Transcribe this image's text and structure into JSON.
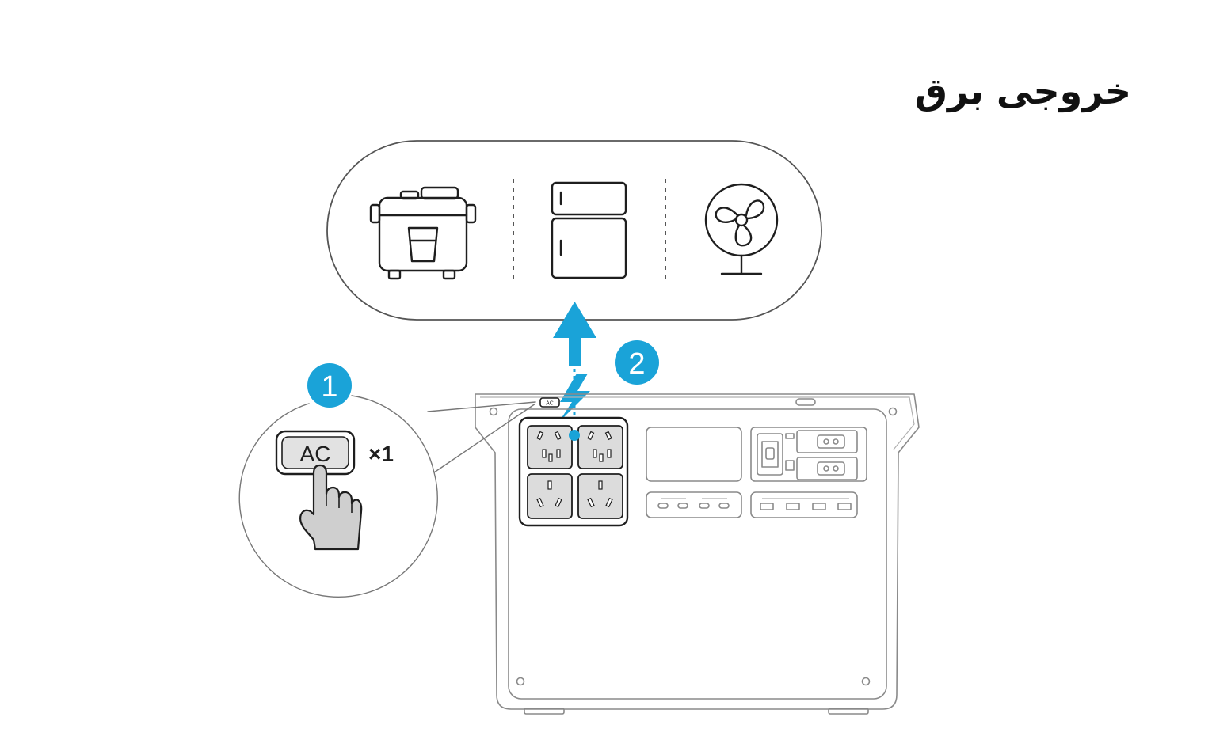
{
  "title": "خروجی برق",
  "steps": {
    "step1_number": "1",
    "step2_number": "2"
  },
  "ac_button": {
    "label": "AC",
    "press_count": "×1",
    "small_label": "AC"
  },
  "appliances": [
    "rice-cooker-icon",
    "refrigerator-icon",
    "fan-icon"
  ],
  "colors": {
    "accent": "#1aa3d8",
    "outline": "#1e1e1e",
    "outlet_panel": "#dcdcdc",
    "finger": "#cfcfcf"
  }
}
